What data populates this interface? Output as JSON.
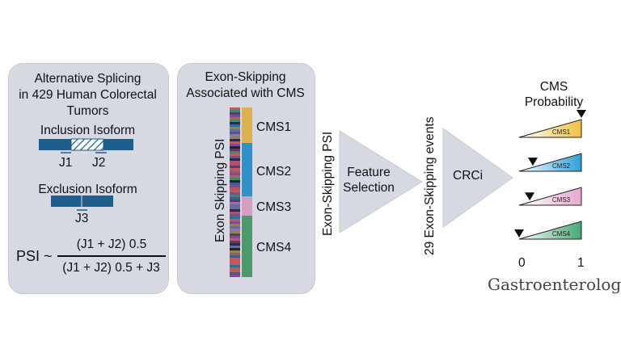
{
  "panel1": {
    "title_lines": [
      "Alternative Splicing",
      "in 429 Human Colorectal",
      "Tumors"
    ],
    "inclusion_label": "Inclusion Isoform",
    "exclusion_label": "Exclusion Isoform",
    "j1": "J1",
    "j2": "J2",
    "j3": "J3",
    "psi_prefix": "PSI ~",
    "numerator": "(J1 + J2) 0.5",
    "denominator": "(J1 + J2) 0.5 + J3"
  },
  "panel2": {
    "title_lines": [
      "Exon-Skipping",
      "Associated with CMS"
    ],
    "vertical_label": "Exon Skipping PSI",
    "cms_labels": [
      "CMS1",
      "CMS2",
      "CMS3",
      "CMS4"
    ]
  },
  "flow": {
    "input_label": "Exon-Skipping PSI",
    "feature_lines": [
      "Feature",
      "Selection"
    ],
    "events_label": "29 Exon-Skipping events",
    "classifier_label": "CRCi"
  },
  "probability": {
    "title_lines": [
      "CMS",
      "Probability"
    ],
    "rows": [
      {
        "label": "CMS1",
        "value": 1.0,
        "color": "#f2c043"
      },
      {
        "label": "CMS2",
        "value": 0.22,
        "color": "#2e9fd8"
      },
      {
        "label": "CMS3",
        "value": 0.17,
        "color": "#e7a8cc"
      },
      {
        "label": "CMS4",
        "value": 0.0,
        "color": "#45a876"
      }
    ],
    "axis_min_label": "0",
    "axis_max_label": "1"
  },
  "colors": {
    "panel": "#d6d9e2",
    "arrow": "#d6d9e2",
    "isoform": "#1d5f8a",
    "cms1": "#dcb24d",
    "cms2": "#2e91c8",
    "cms3": "#d99cc0",
    "cms4": "#4a9a6b"
  },
  "journal": "Gastroenterology"
}
